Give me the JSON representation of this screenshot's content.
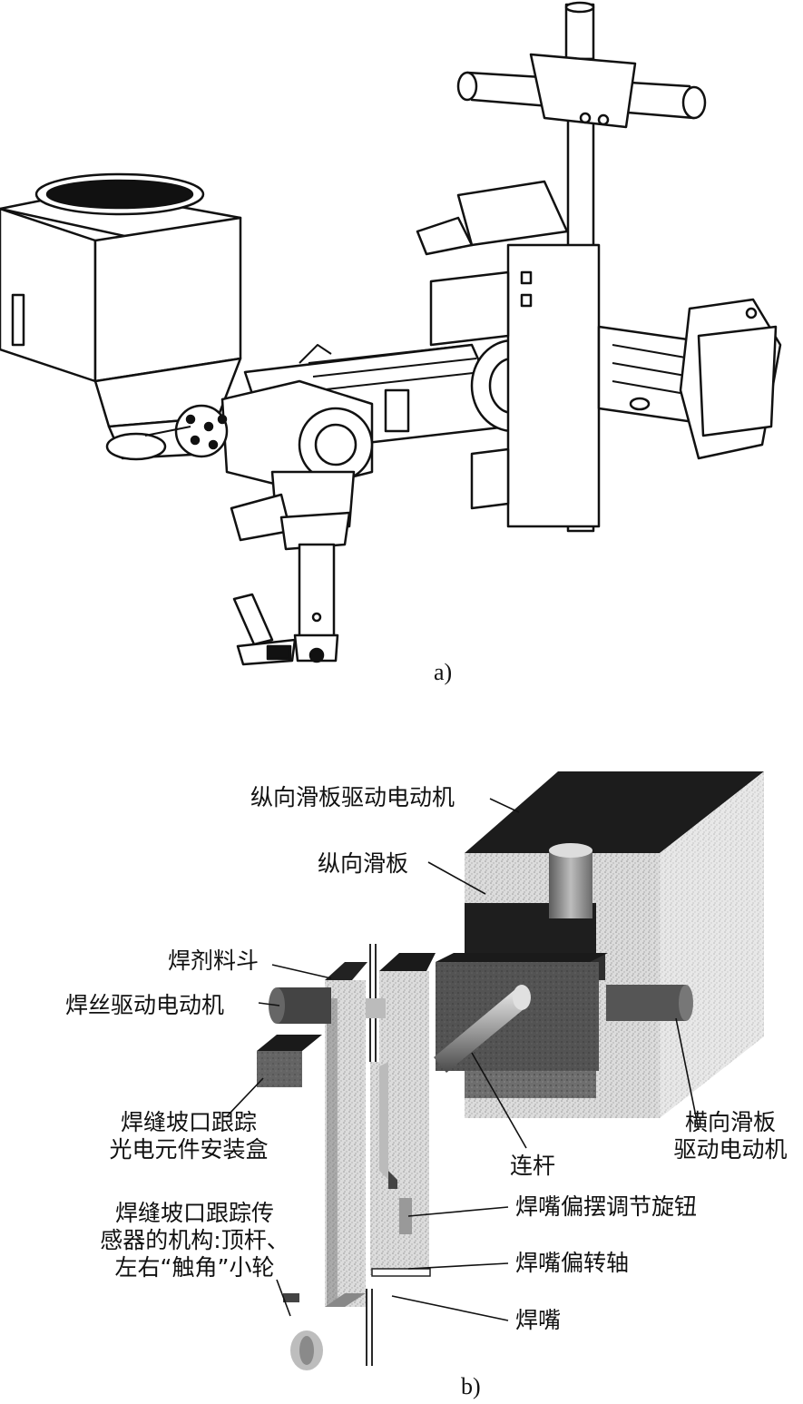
{
  "figure_a": {
    "caption": "a)"
  },
  "figure_b": {
    "caption": "b)",
    "labels": {
      "longitudinal_motor": "纵向滑板驱动电动机",
      "longitudinal_slide": "纵向滑板",
      "flux_hopper": "焊剂料斗",
      "wire_feed_motor": "焊丝驱动电动机",
      "seam_sensor_box_line1": "焊缝坡口跟踪",
      "seam_sensor_box_line2": "光电元件安装盒",
      "seam_mechanism_line1": "焊缝坡口跟踪传",
      "seam_mechanism_line2": "感器的机构:顶杆、",
      "seam_mechanism_line3": "左右“触角”小轮",
      "connecting_rod": "连杆",
      "transverse_motor_line1": "横向滑板",
      "transverse_motor_line2": "驱动电动机",
      "torch_swing_knob": "焊嘴偏摆调节旋钮",
      "torch_pivot_shaft": "焊嘴偏转轴",
      "torch": "焊嘴"
    }
  },
  "colors": {
    "line": "#111111",
    "dark_fill": "#2b2b2b",
    "mid_fill": "#8a8a8a",
    "light_fill": "#d9d9d9",
    "paper": "#ffffff"
  }
}
